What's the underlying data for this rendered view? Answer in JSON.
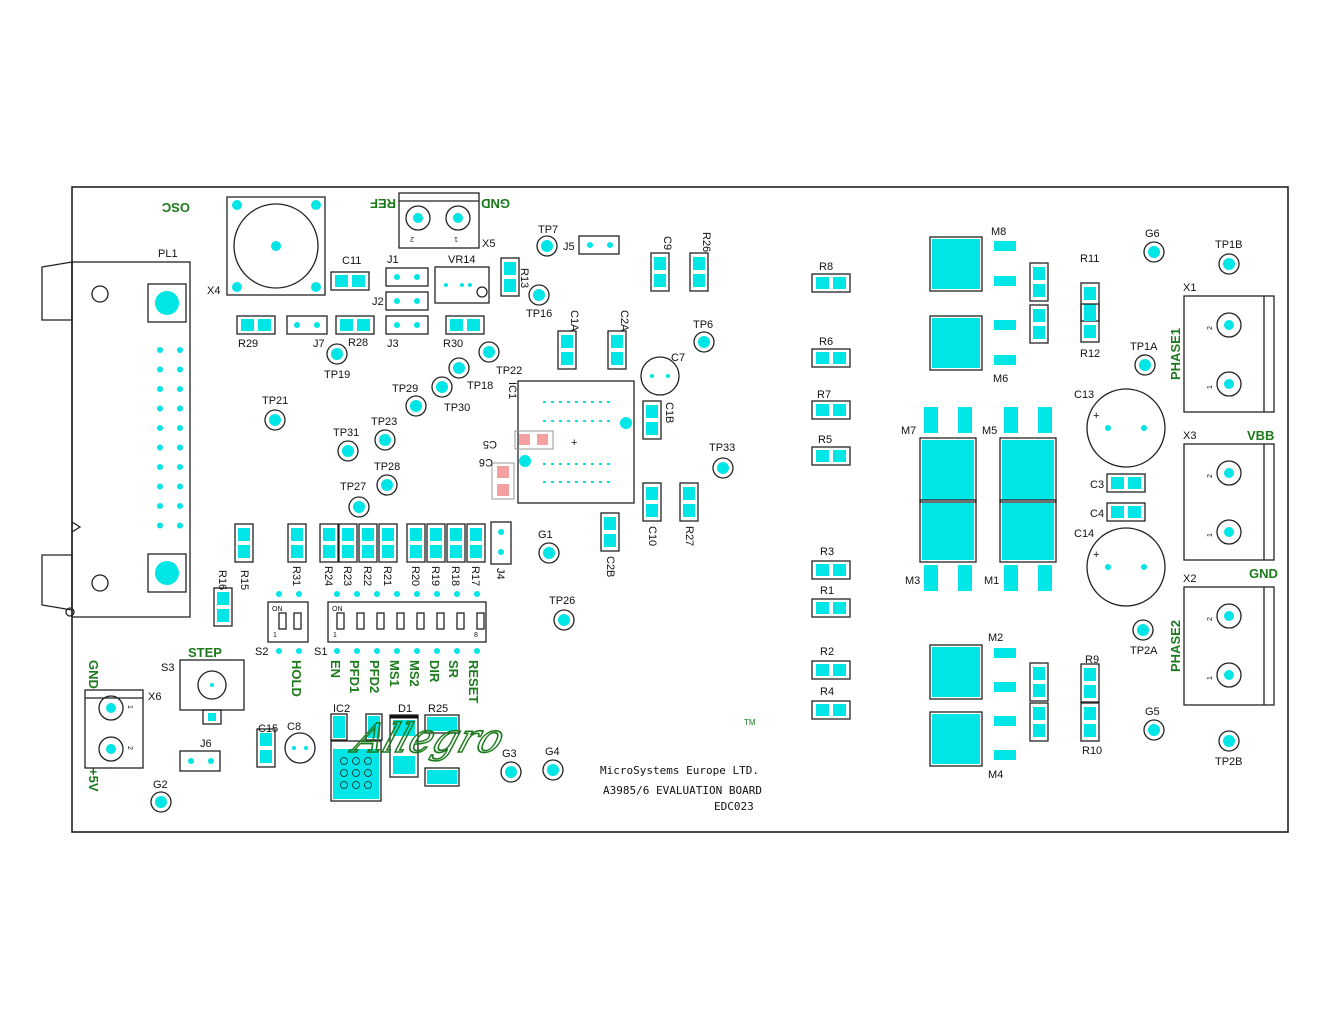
{
  "board": {
    "brand": "Allegro",
    "brand_tm": "TM",
    "line1": "MicroSystems Europe LTD.",
    "line2": "A3985/6 EVALUATION BOARD",
    "line3": "EDC023"
  },
  "green_labels": {
    "osc": "OSC",
    "ref": "REF",
    "gnd_top": "GND",
    "step": "STEP",
    "hold": "HOLD",
    "en": "EN",
    "pfd1": "PFD1",
    "pfd2": "PFD2",
    "ms1": "MS1",
    "ms2": "MS2",
    "dir": "DIR",
    "sr": "SR",
    "reset": "RESET",
    "gnd_left": "GND",
    "plus5v": "+5V",
    "phase1": "PHASE1",
    "vbb": "VBB",
    "gnd_right": "GND",
    "phase2": "PHASE2"
  },
  "refs": {
    "PL1": "PL1",
    "X4": "X4",
    "X5": "X5",
    "C11": "C11",
    "J1": "J1",
    "J2": "J2",
    "J3": "J3",
    "VR14": "VR14",
    "R13": "R13",
    "TP7": "TP7",
    "J5": "J5",
    "C9": "C9",
    "R26": "R26",
    "R29": "R29",
    "J7": "J7",
    "R28": "R28",
    "R30": "R30",
    "TP16": "TP16",
    "C1A": "C1A",
    "C2A": "C2A",
    "TP6": "TP6",
    "TP19": "TP19",
    "TP22": "TP22",
    "TP18": "TP18",
    "IC1": "IC1",
    "C7": "C7",
    "TP29": "TP29",
    "TP30": "TP30",
    "C1B": "C1B",
    "TP21": "TP21",
    "TP23": "TP23",
    "C5": "C5",
    "TP31": "TP31",
    "C6": "C6",
    "TP28": "TP28",
    "TP27": "TP27",
    "TP33": "TP33",
    "C10": "C10",
    "R27": "R27",
    "R15": "R15",
    "R31": "R31",
    "R24": "R24",
    "R23": "R23",
    "R22": "R22",
    "R21": "R21",
    "R20": "R20",
    "R19": "R19",
    "R18": "R18",
    "R17": "R17",
    "J4": "J4",
    "G1": "G1",
    "C2B": "C2B",
    "R16": "R16",
    "S2": "S2",
    "S1": "S1",
    "TP26": "TP26",
    "S3": "S3",
    "X6": "X6",
    "J6": "J6",
    "C15": "C15",
    "C8": "C8",
    "IC2": "IC2",
    "D1": "D1",
    "R25": "R25",
    "G3": "G3",
    "G4": "G4",
    "G2": "G2",
    "R8": "R8",
    "R6": "R6",
    "R7": "R7",
    "R5": "R5",
    "R3": "R3",
    "R1": "R1",
    "R2": "R2",
    "R4": "R4",
    "M8": "M8",
    "M6": "M6",
    "M7": "M7",
    "M5": "M5",
    "M3": "M3",
    "M1": "M1",
    "M2": "M2",
    "M4": "M4",
    "R11": "R11",
    "R12": "R12",
    "G6": "G6",
    "TP1B": "TP1B",
    "X1": "X1",
    "TP1A": "TP1A",
    "C13": "C13",
    "X3": "X3",
    "C3": "C3",
    "C4": "C4",
    "C14": "C14",
    "X2": "X2",
    "TP2A": "TP2A",
    "R9": "R9",
    "R10": "R10",
    "G5": "G5",
    "TP2B": "TP2B"
  },
  "switch_marks": {
    "on": "ON",
    "one": "1",
    "eight": "8"
  },
  "terminal_marks": {
    "p1": "1",
    "p2": "2"
  },
  "polarity": {
    "plus": "+"
  },
  "colors": {
    "pad": "#00e5e5",
    "silk": "#222222",
    "legend": "#1c7a1c",
    "offpad": "#f4a0a0"
  }
}
